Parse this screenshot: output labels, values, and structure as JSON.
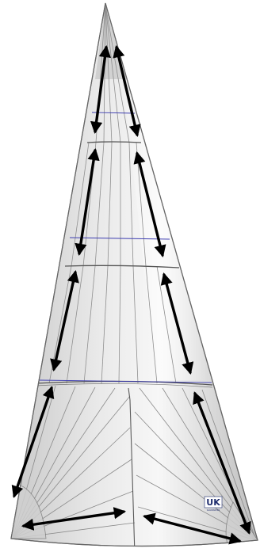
{
  "diagram": {
    "colors": {
      "background": "#ffffff",
      "sail_light": "#f4f4f4",
      "sail_mid": "#d7d7d7",
      "sail_shadow": "#b9b9b9",
      "seam": "#5e5e5e",
      "panel_line": "#8a8a8a",
      "reef_line": "#3a3aa8",
      "arrow": "#000000",
      "logo": "#1f2d6e"
    },
    "logo": {
      "text": "UK",
      "subtext": "SAILMAKERS"
    },
    "arrows": [
      {
        "name": "arrow-head-left"
      },
      {
        "name": "arrow-head-right"
      },
      {
        "name": "arrow-upper-left"
      },
      {
        "name": "arrow-upper-right"
      },
      {
        "name": "arrow-mid-left"
      },
      {
        "name": "arrow-mid-right"
      },
      {
        "name": "arrow-low-left"
      },
      {
        "name": "arrow-leech-low"
      },
      {
        "name": "arrow-foot-left"
      },
      {
        "name": "arrow-foot-right"
      }
    ]
  }
}
